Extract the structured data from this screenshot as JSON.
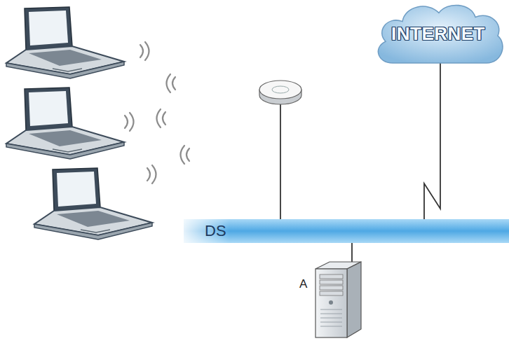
{
  "diagram": {
    "nodes": [
      {
        "text": [
          "INTERNET"
        ]
      },
      {
        "text": [
          "DS"
        ]
      },
      {
        "text": [
          "A"
        ]
      }
    ],
    "edges": [
      {
        "from": 0,
        "to": 1,
        "arrow": "none"
      },
      {
        "from": 1,
        "to": 2,
        "arrow": "none"
      }
    ]
  }
}
